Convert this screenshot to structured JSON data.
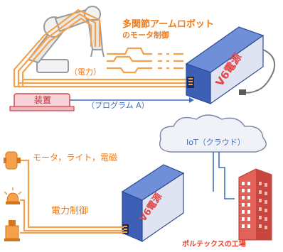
{
  "top": {
    "title_line1": "多関節アームロボット",
    "title_line2": "のモータ制御",
    "power_label": "（電力）",
    "program_label": "（プログラム A）",
    "device_label": "装置",
    "unit_badge": "V6電源"
  },
  "bottom": {
    "cloud_label": "IoT（クラウド）",
    "loads_label": "モータ，ライト，電磁",
    "power_control_label": "電力制御",
    "unit_badge": "V6電源",
    "factory_label": "ポルテックスの工場"
  },
  "colors": {
    "cable_orange": "#f5a04a",
    "cable_blue": "#3f6fc0",
    "unit_blue": "#3d5fb5",
    "device_pink": "#f6d3d6",
    "factory_red": "#e2625a"
  }
}
